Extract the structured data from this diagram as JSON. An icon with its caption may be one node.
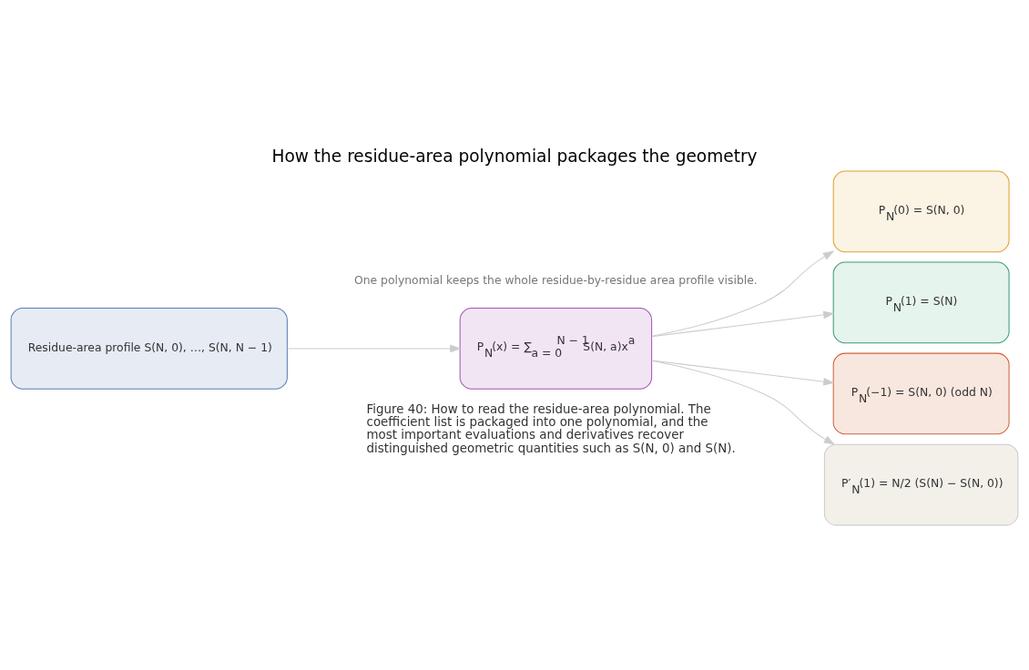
{
  "diagram": {
    "title": "How the residue-area polynomial packages the geometry",
    "caption": "Figure 40: How to read the residue-area polynomial. The coefficient list is packaged into one polynomial, and the most important evaluations and derivatives recover distinguished geometric quantities such as S(N, 0) and S(N).",
    "nodes": [
      {
        "text": [
          "Residue-area profile S(N, 0), …, S(N, N − 1)"
        ]
      },
      {
        "text": [
          "P$_{N}$(x) = ∑$_{a = 0}$$^{N − 1}$S(N, a)x$^{a}$"
        ]
      },
      {
        "text": [
          "P$_{N}$(0) = S(N, 0)"
        ]
      },
      {
        "text": [
          "P$_{N}$(1) = S(N)"
        ]
      },
      {
        "text": [
          "P$_{N}$(−1) = S(N, 0) (odd N)"
        ]
      },
      {
        "text": [
          "P′$_{N}$(1) = N/2 (S(N) − S(N, 0))"
        ]
      }
    ],
    "edges": [
      {
        "from": 0,
        "to": 1,
        "arrow": "to"
      },
      {
        "from": 1,
        "to": 2,
        "arrow": "to"
      },
      {
        "from": 1,
        "to": 3,
        "arrow": "to"
      },
      {
        "from": 1,
        "to": 4,
        "arrow": "to"
      },
      {
        "from": 1,
        "to": 5,
        "arrow": "to"
      }
    ],
    "labels": [
      "One polynomial keeps the whole residue-by-residue area profile visible."
    ]
  }
}
